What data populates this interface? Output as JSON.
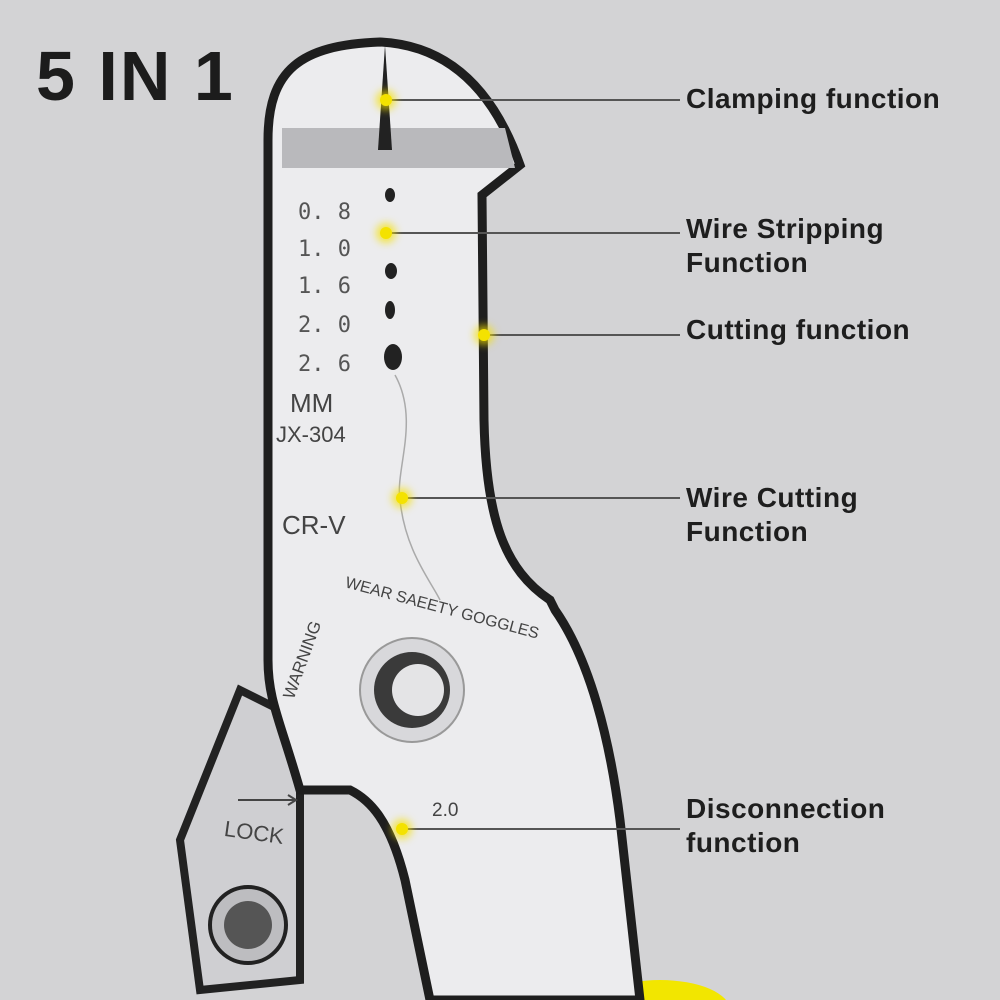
{
  "title": "5 IN 1",
  "functions": [
    {
      "line1": "Clamping function",
      "line2": ""
    },
    {
      "line1": "Wire Stripping",
      "line2": "Function"
    },
    {
      "line1": "Cutting function",
      "line2": ""
    },
    {
      "line1": "Wire Cutting",
      "line2": "Function"
    },
    {
      "line1": "Disconnection",
      "line2": "function"
    }
  ],
  "tool_markings": {
    "sizes": [
      "0. 8",
      "1. 0",
      "1. 6",
      "2. 0",
      "2. 6"
    ],
    "unit": "MM",
    "model": "JX-304",
    "material": "CR-V",
    "warning": "WARNING",
    "warning_text": "WEAR SAEETY GOGGLES",
    "lock": "LOCK",
    "size_label": "2.0"
  },
  "colors": {
    "background": "#d3d3d5",
    "dot": "#f4e200",
    "handle": "#f2e600"
  }
}
